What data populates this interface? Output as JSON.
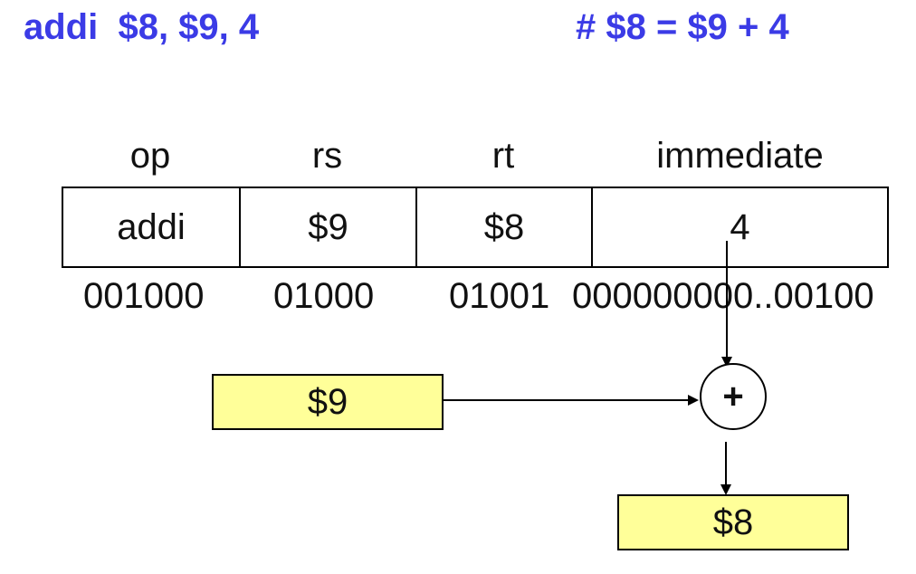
{
  "title": {
    "instruction": "addi  $8, $9, 4",
    "comment": "# $8 = $9 + 4"
  },
  "format": {
    "fields": [
      {
        "label": "op",
        "value": "addi",
        "binary": "001000"
      },
      {
        "label": "rs",
        "value": "$9",
        "binary": "01000"
      },
      {
        "label": "rt",
        "value": "$8",
        "binary": "01001"
      },
      {
        "label": "immediate",
        "value": "4",
        "binary": "000000000..00100"
      }
    ]
  },
  "datapath": {
    "source_register": "$9",
    "adder_symbol": "+",
    "dest_register": "$8"
  },
  "colors": {
    "title": "#3b3be6",
    "register_fill": "#ffff99"
  }
}
